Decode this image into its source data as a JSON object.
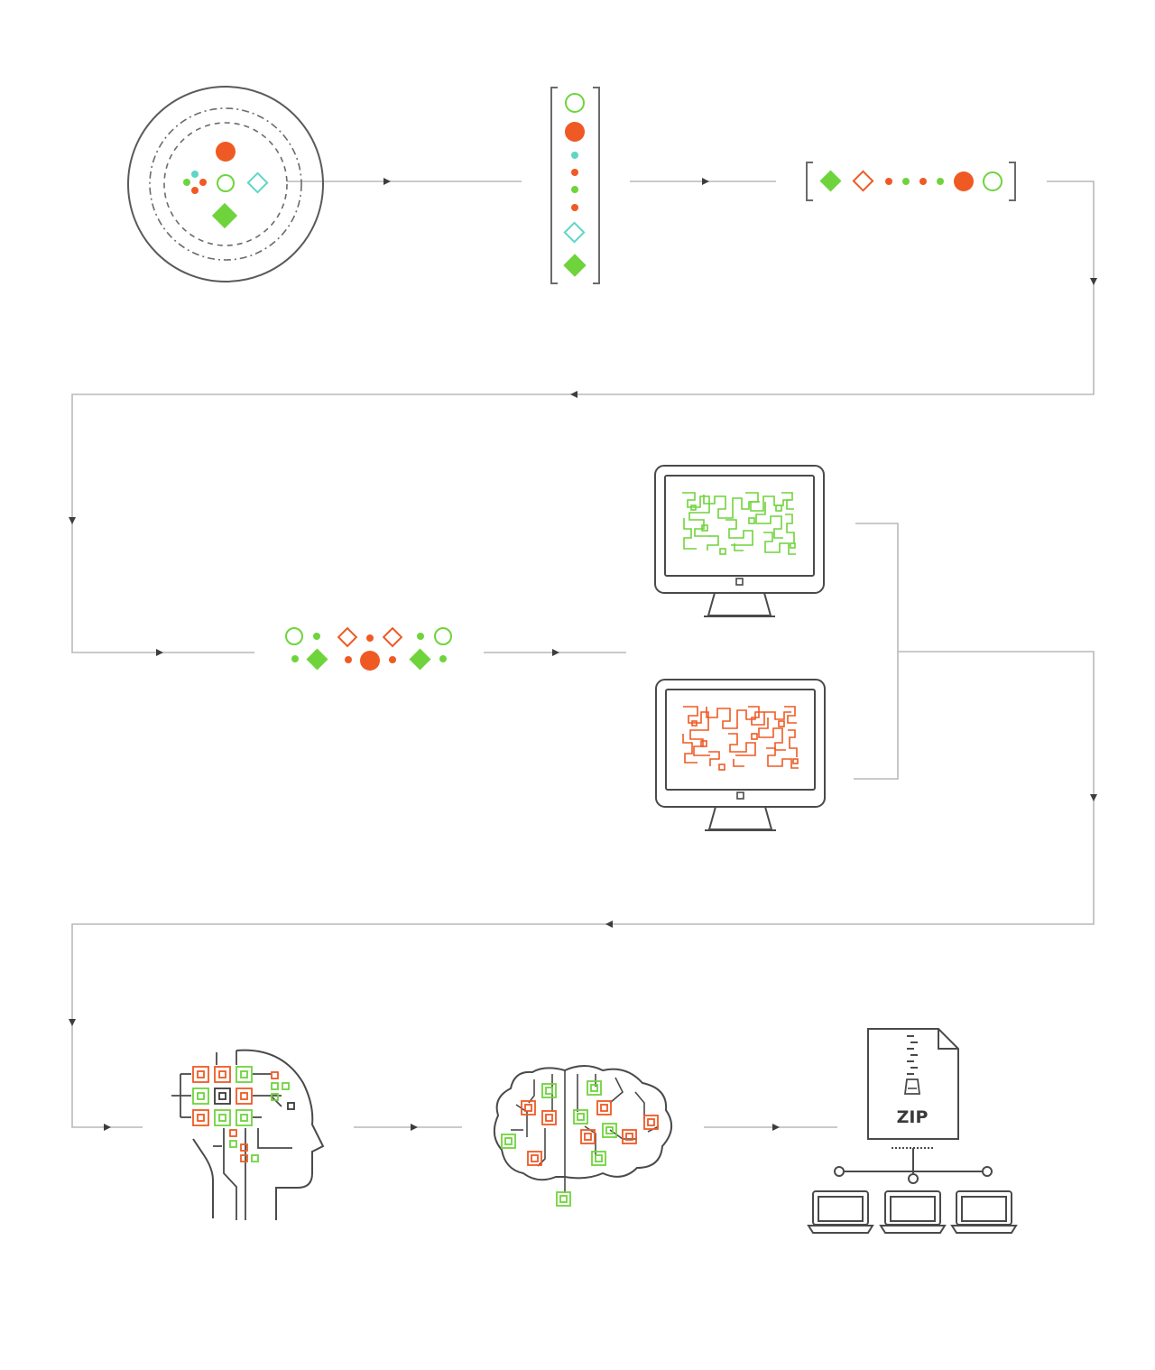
{
  "colors": {
    "line": "#6b6b6b",
    "connector": "#b9b9b9",
    "arrow": "#3d3d3d",
    "orange": "#ef5a24",
    "green": "#6fd43c",
    "cyan": "#5fd6c4"
  },
  "stages": [
    {
      "name": "data-cluster",
      "icon": "circle-cluster-icon"
    },
    {
      "name": "vertical-sequence",
      "icon": "vertical-bracket-array-icon"
    },
    {
      "name": "horizontal-sequence",
      "icon": "horizontal-bracket-array-icon"
    },
    {
      "name": "shuffled-tokens",
      "icon": "scattered-tokens-icon"
    },
    {
      "name": "green-maze-monitor",
      "icon": "monitor-green-maze-icon"
    },
    {
      "name": "orange-maze-monitor",
      "icon": "monitor-orange-maze-icon"
    },
    {
      "name": "circuit-head",
      "icon": "circuit-head-icon"
    },
    {
      "name": "circuit-brain",
      "icon": "circuit-brain-icon"
    },
    {
      "name": "zip-distribution",
      "icon": "zip-network-icon"
    }
  ],
  "zip": {
    "label": "ZIP"
  }
}
